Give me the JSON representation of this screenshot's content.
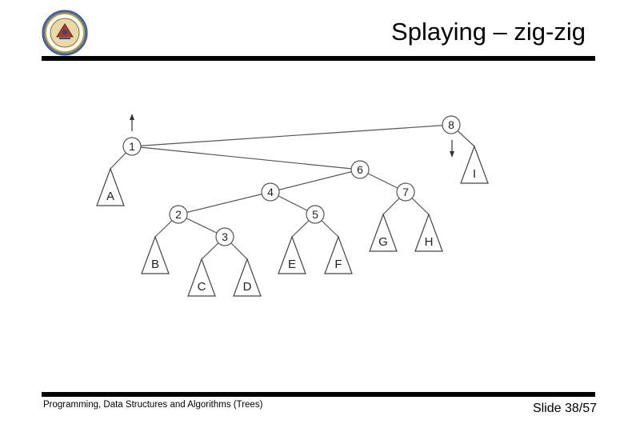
{
  "slide": {
    "title": "Splaying – zig-zig",
    "footer": "Programming, Data Structures and Algorithms  (Trees)",
    "slide_number": "Slide 38/57"
  },
  "logo": {
    "icon": "university-seal-icon"
  },
  "diagram": {
    "nodes": {
      "n1": "1",
      "n2": "2",
      "n3": "3",
      "n4": "4",
      "n5": "5",
      "n6": "6",
      "n7": "7",
      "n8": "8"
    },
    "subtrees": {
      "A": "A",
      "B": "B",
      "C": "C",
      "D": "D",
      "E": "E",
      "F": "F",
      "G": "G",
      "H": "H",
      "I": "I"
    },
    "arrows": {
      "up": "arrow-up-icon",
      "down": "arrow-down-icon"
    }
  }
}
